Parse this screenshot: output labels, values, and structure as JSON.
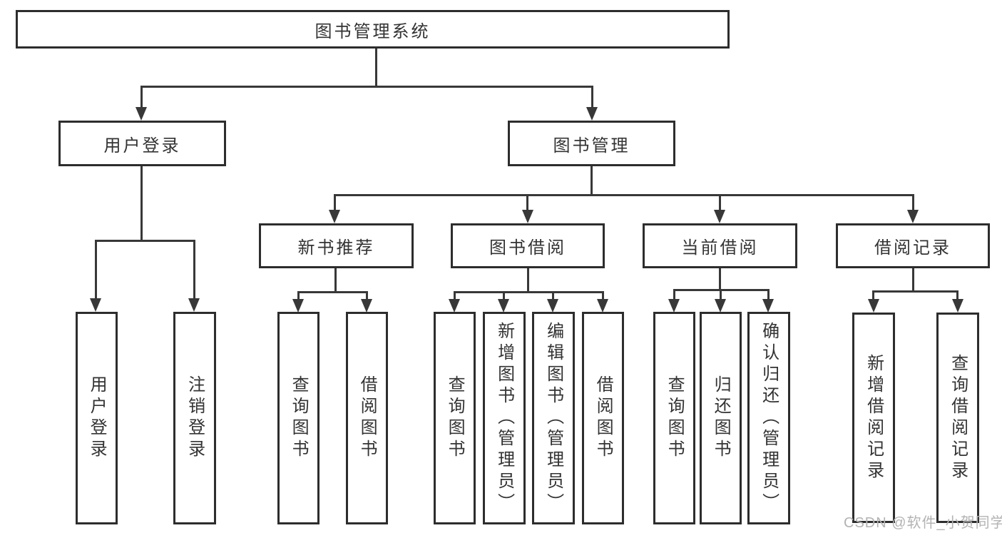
{
  "root": {
    "label": "图书管理系统"
  },
  "user_login": {
    "label": "用户登录",
    "children": [
      {
        "label": "用户登录"
      },
      {
        "label": "注销登录"
      }
    ]
  },
  "book_mgmt": {
    "label": "图书管理",
    "sections": [
      {
        "label": "新书推荐",
        "children": [
          {
            "label": "查询图书"
          },
          {
            "label": "借阅图书"
          }
        ]
      },
      {
        "label": "图书借阅",
        "children": [
          {
            "label": "查询图书"
          },
          {
            "label": "新增图书（管理员）"
          },
          {
            "label": "编辑图书（管理员）"
          },
          {
            "label": "借阅图书"
          }
        ]
      },
      {
        "label": "当前借阅",
        "children": [
          {
            "label": "查询图书"
          },
          {
            "label": "归还图书"
          },
          {
            "label": "确认归还（管理员）"
          }
        ]
      },
      {
        "label": "借阅记录",
        "children": [
          {
            "label": "新增借阅记录"
          },
          {
            "label": "查询借阅记录"
          }
        ]
      }
    ]
  },
  "watermark": {
    "text": "CSDN @软件_小贺同学"
  },
  "colors": {
    "line": "#383838",
    "border": "#2d2d2d",
    "text": "#333333",
    "watermark": "#b3b3b3",
    "background": "#ffffff"
  }
}
